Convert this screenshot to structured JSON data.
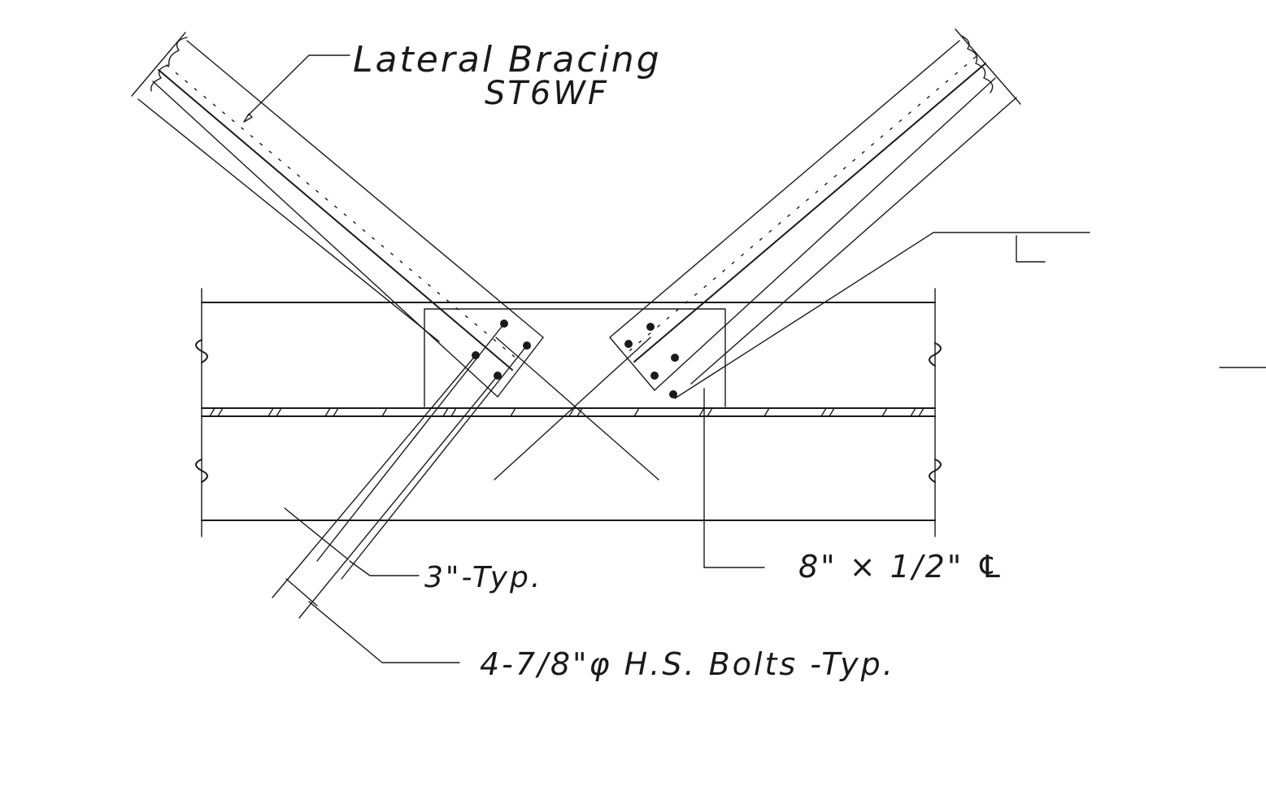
{
  "labels": {
    "bracing_line1": "Lateral Bracing",
    "bracing_line2": "ST6WF",
    "spacing": "3\"-Typ.",
    "plate": "8\" × 1/2\" ℄",
    "bolts": "4-7/8\"φ H.S. Bolts -Typ."
  }
}
